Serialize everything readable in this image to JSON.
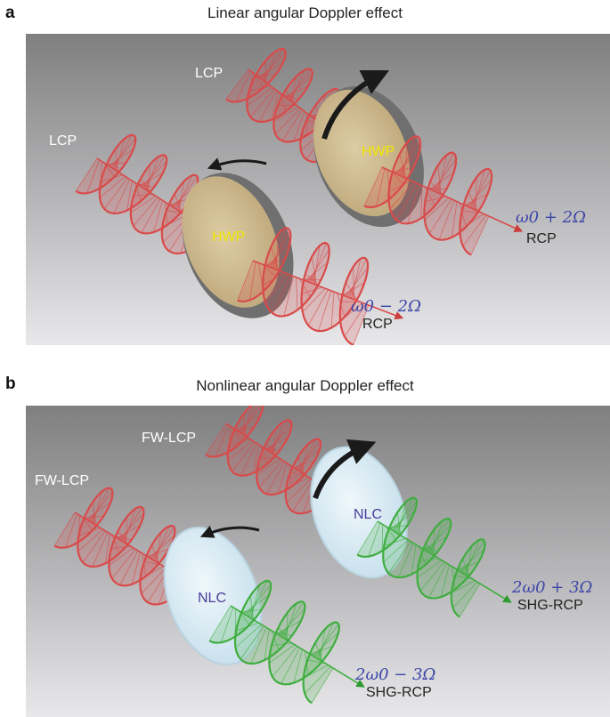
{
  "panel_a": {
    "letter": "a",
    "title": "Linear angular Doppler effect",
    "beam_top": {
      "input_label": "LCP",
      "plate_label": "HWP",
      "freq_label": "ω0 + 2Ω",
      "output_label": "RCP"
    },
    "beam_bottom": {
      "input_label": "LCP",
      "plate_label": "HWP",
      "freq_label": "ω0 − 2Ω",
      "output_label": "RCP"
    }
  },
  "panel_b": {
    "letter": "b",
    "title": "Nonlinear angular Doppler effect",
    "beam_top": {
      "input_label": "FW-LCP",
      "plate_label": "NLC",
      "freq_label": "2ω0 + 3Ω",
      "output_label": "SHG-RCP"
    },
    "beam_bottom": {
      "input_label": "FW-LCP",
      "plate_label": "NLC",
      "freq_label": "2ω0 − 3Ω",
      "output_label": "SHG-RCP"
    }
  },
  "colors": {
    "input_helix": "#d94a4a",
    "output_helix_linear": "#d94a4a",
    "output_helix_nonlinear": "#3fae3f",
    "hwp_fill": "#d8c090",
    "nlc_fill": "#d9ecf5",
    "freq_text": "#3c46a8",
    "plate_label_linear": "#f2e600",
    "plate_label_nonlinear": "#4a3d9a"
  }
}
